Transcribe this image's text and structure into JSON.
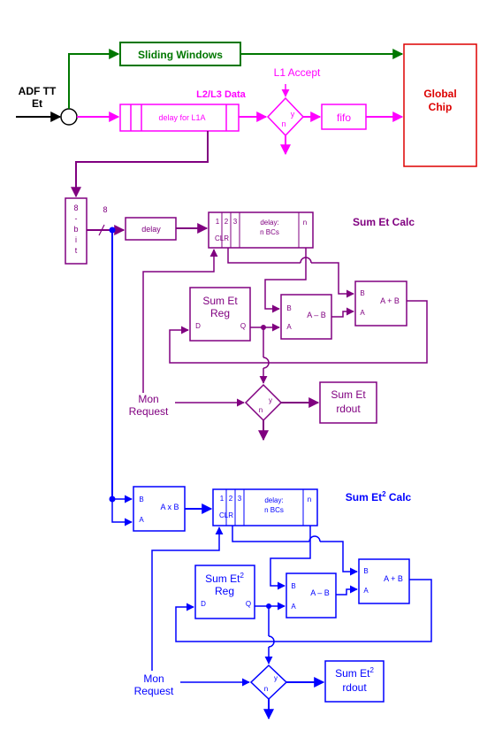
{
  "colors": {
    "black": "#000000",
    "green": "#007700",
    "magenta": "#ff00ff",
    "red": "#dd0000",
    "purple": "#800080",
    "blue": "#0000ff"
  },
  "input": {
    "line1": "ADF TT",
    "line2": "Et"
  },
  "top": {
    "sliding_windows": "Sliding Windows",
    "l2l3_data": "L2/L3 Data",
    "delay_l1a": "delay for L1A",
    "l1_accept": "L1 Accept",
    "decision_y": "y",
    "decision_n": "n",
    "fifo": "fifo",
    "global_chip_line1": "Global",
    "global_chip_line2": "Chip"
  },
  "bus": {
    "reg_chars": [
      "8",
      "-",
      "b",
      "i",
      "t"
    ],
    "width": "8"
  },
  "sum_et": {
    "title": "Sum Et Calc",
    "delay": "delay",
    "sr_cells": [
      "1",
      "2",
      "3"
    ],
    "sr_clr": "CLR",
    "sr_delay_line1": "delay:",
    "sr_delay_line2": "n BCs",
    "sr_n": "n",
    "reg_title_line1": "Sum Et",
    "reg_title_line2": "Reg",
    "reg_d": "D",
    "reg_q": "Q",
    "sub_b": "B",
    "sub_a": "A",
    "sub_op": "A – B",
    "add_b": "B",
    "add_a": "A",
    "add_op": "A + B",
    "mon_line1": "Mon",
    "mon_line2": "Request",
    "dec_y": "y",
    "dec_n": "n",
    "rdout_line1": "Sum Et",
    "rdout_line2": "rdout"
  },
  "sum_et2": {
    "title": "Sum Et",
    "title_sup": "2",
    "title_suffix": " Calc",
    "mult_b": "B",
    "mult_a": "A",
    "mult_op": "A x B",
    "sr_cells": [
      "1",
      "2",
      "3"
    ],
    "sr_clr": "CLR",
    "sr_delay_line1": "delay:",
    "sr_delay_line2": "n BCs",
    "sr_n": "n",
    "reg_title_line1": "Sum Et",
    "reg_title_sup": "2",
    "reg_title_line2": "Reg",
    "reg_d": "D",
    "reg_q": "Q",
    "sub_b": "B",
    "sub_a": "A",
    "sub_op": "A – B",
    "add_b": "B",
    "add_a": "A",
    "add_op": "A + B",
    "mon_line1": "Mon",
    "mon_line2": "Request",
    "dec_y": "y",
    "dec_n": "n",
    "rdout_line1": "Sum Et",
    "rdout_sup": "2",
    "rdout_line2": "rdout"
  }
}
